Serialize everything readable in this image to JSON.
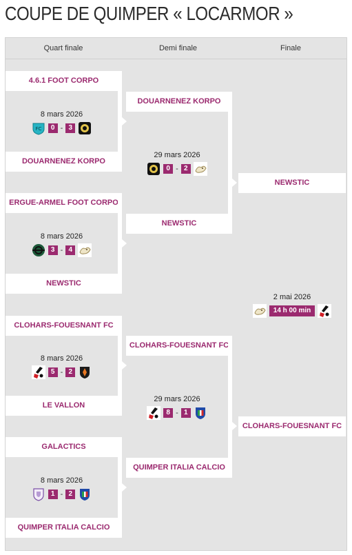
{
  "page": {
    "title": "COUPE DE QUIMPER « LOCARMOR »"
  },
  "columns": [
    "Quart finale",
    "Demi finale",
    "Finale"
  ],
  "quarterfinals": [
    {
      "home": "4.6.1 FOOT CORPO",
      "away": "DOUARNENEZ KORPO",
      "date": "8 mars 2026",
      "home_score": "0",
      "away_score": "3",
      "home_logo": "shield-teal-logo",
      "away_logo": "black-gold-crest-logo"
    },
    {
      "home": "ERGUE-ARMEL FOOT CORPO",
      "away": "NEWSTIC",
      "date": "8 mars 2026",
      "home_score": "3",
      "away_score": "4",
      "home_logo": "green-globe-logo",
      "away_logo": "cream-dragon-logo"
    },
    {
      "home": "CLOHARS-FOUESNANT FC",
      "away": "LE VALLON",
      "date": "8 mars 2026",
      "home_score": "5",
      "away_score": "2",
      "home_logo": "red-black-player-logo",
      "away_logo": "orange-black-crest-logo"
    },
    {
      "home": "GALACTICS",
      "away": "QUIMPER ITALIA CALCIO",
      "date": "8 mars 2026",
      "home_score": "1",
      "away_score": "2",
      "home_logo": "purple-crest-logo",
      "away_logo": "italia-shield-logo"
    }
  ],
  "semifinals": [
    {
      "home": "DOUARNENEZ KORPO",
      "away": "NEWSTIC",
      "date": "29 mars 2026",
      "home_score": "0",
      "away_score": "2",
      "home_logo": "black-gold-crest-logo",
      "away_logo": "cream-dragon-logo"
    },
    {
      "home": "CLOHARS-FOUESNANT FC",
      "away": "QUIMPER ITALIA CALCIO",
      "date": "29 mars 2026",
      "home_score": "8",
      "away_score": "1",
      "home_logo": "red-black-player-logo",
      "away_logo": "italia-shield-logo"
    }
  ],
  "final": {
    "home": "NEWSTIC",
    "away": "CLOHARS-FOUESNANT FC",
    "date": "2 mai 2026",
    "time": "14 h 00 min",
    "home_logo": "cream-dragon-logo",
    "away_logo": "red-black-player-logo"
  },
  "colors": {
    "accent": "#9b2a6f",
    "panel": "#e4e4e4"
  }
}
